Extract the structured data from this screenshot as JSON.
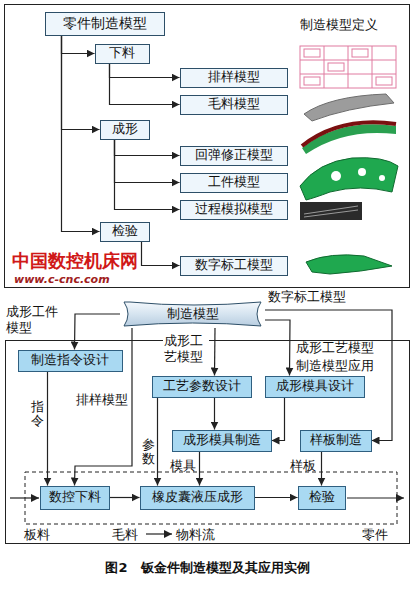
{
  "diagram": {
    "caption": "图2　钣金件制造模型及其应用实例",
    "nodes": [
      {
        "text": [
          "制造模型定义"
        ]
      },
      {
        "text": [
          "零件制造模型"
        ],
        "in": 0
      },
      {
        "text": [
          "下料"
        ],
        "in": 0
      },
      {
        "text": [
          "排样模型"
        ],
        "in": 0
      },
      {
        "text": [
          "毛料模型"
        ],
        "in": 0
      },
      {
        "text": [
          "成形"
        ],
        "in": 0
      },
      {
        "text": [
          "回弹修正模型"
        ],
        "in": 0
      },
      {
        "text": [
          "工件模型"
        ],
        "in": 0
      },
      {
        "text": [
          "过程模拟模型"
        ],
        "in": 0
      },
      {
        "text": [
          "检验"
        ],
        "in": 0
      },
      {
        "text": [
          "数字标工模型"
        ],
        "in": 0
      },
      {
        "text": [
          "制造模型"
        ]
      },
      {
        "text": [
          "制造模型应用"
        ]
      },
      {
        "text": [
          "制造指令设计"
        ],
        "in": 12
      },
      {
        "text": [
          "工艺参数设计"
        ],
        "in": 12
      },
      {
        "text": [
          "成形模具设计"
        ],
        "in": 12
      },
      {
        "text": [
          "成形模具制造"
        ],
        "in": 12
      },
      {
        "text": [
          "样板制造"
        ],
        "in": 12
      },
      {
        "text": [
          "数控下料"
        ],
        "in": 12
      },
      {
        "text": [
          "橡皮囊液压成形"
        ],
        "in": 12
      },
      {
        "text": [
          "检验"
        ],
        "in": 12
      }
    ],
    "edges": [
      {
        "from": 1,
        "to": 2,
        "arrow": "to"
      },
      {
        "from": 1,
        "to": 5,
        "arrow": "to"
      },
      {
        "from": 1,
        "to": 9,
        "arrow": "to"
      },
      {
        "from": 2,
        "to": 3,
        "arrow": "to"
      },
      {
        "from": 2,
        "to": 4,
        "arrow": "to"
      },
      {
        "from": 5,
        "to": 6,
        "arrow": "to"
      },
      {
        "from": 5,
        "to": 7,
        "arrow": "to"
      },
      {
        "from": 5,
        "to": 8,
        "arrow": "to"
      },
      {
        "from": 9,
        "to": 10,
        "arrow": "to"
      },
      {
        "from": 11,
        "to": 13,
        "label": "成形工件模型",
        "arrow": "to"
      },
      {
        "from": 11,
        "to": 14,
        "label": "成形工艺模型",
        "arrow": "to"
      },
      {
        "from": 11,
        "to": 15,
        "label": "成形工艺模型",
        "arrow": "to"
      },
      {
        "from": 11,
        "to": 17,
        "label": "数字标工模型",
        "arrow": "to"
      },
      {
        "from": 11,
        "to": 18,
        "label": "排样模型",
        "arrow": "to"
      },
      {
        "from": 13,
        "to": 18,
        "label": "指令",
        "arrow": "to"
      },
      {
        "from": 14,
        "to": 19,
        "label": "参数",
        "arrow": "to"
      },
      {
        "from": 14,
        "to": 16,
        "arrow": "to"
      },
      {
        "from": 15,
        "to": 16,
        "arrow": "to"
      },
      {
        "from": 16,
        "to": 19,
        "label": "模具",
        "arrow": "to"
      },
      {
        "from": 17,
        "to": 20,
        "label": "样板",
        "arrow": "to"
      },
      {
        "from": 18,
        "to": 19,
        "arrow": "to"
      },
      {
        "from": 19,
        "to": 20,
        "arrow": "to"
      }
    ],
    "labels": [
      "中国数控机床网",
      "www.c-cnc.com",
      "板料",
      "毛料",
      "物料流",
      "零件"
    ]
  }
}
